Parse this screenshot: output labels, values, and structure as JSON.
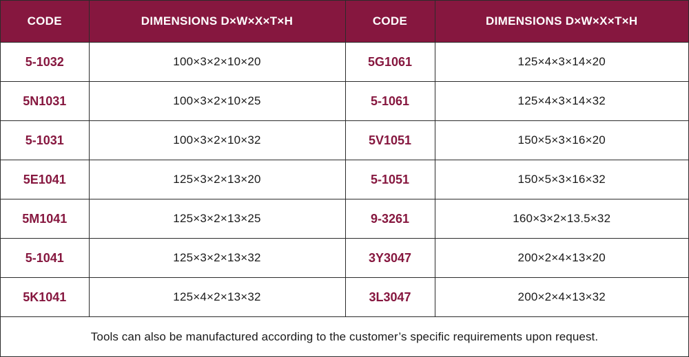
{
  "colors": {
    "header_bg": "#86173f",
    "header_text": "#ffffff",
    "code_text": "#86173f",
    "body_text": "#1a1a1a",
    "border": "#2b2b2b"
  },
  "table": {
    "headers": [
      "CODE",
      "DIMENSIONS D×W×X×T×H",
      "CODE",
      "DIMENSIONS D×W×X×T×H"
    ],
    "rows": [
      [
        "5-1032",
        "100×3×2×10×20",
        "5G1061",
        "125×4×3×14×20"
      ],
      [
        "5N1031",
        "100×3×2×10×25",
        "5-1061",
        "125×4×3×14×32"
      ],
      [
        "5-1031",
        "100×3×2×10×32",
        "5V1051",
        "150×5×3×16×20"
      ],
      [
        "5E1041",
        "125×3×2×13×20",
        "5-1051",
        "150×5×3×16×32"
      ],
      [
        "5M1041",
        "125×3×2×13×25",
        "9-3261",
        "160×3×2×13.5×32"
      ],
      [
        "5-1041",
        "125×3×2×13×32",
        "3Y3047",
        "200×2×4×13×20"
      ],
      [
        "5K1041",
        "125×4×2×13×32",
        "3L3047",
        "200×2×4×13×32"
      ]
    ]
  },
  "note": "Tools can also be manufactured according to the customer’s specific requirements upon request."
}
